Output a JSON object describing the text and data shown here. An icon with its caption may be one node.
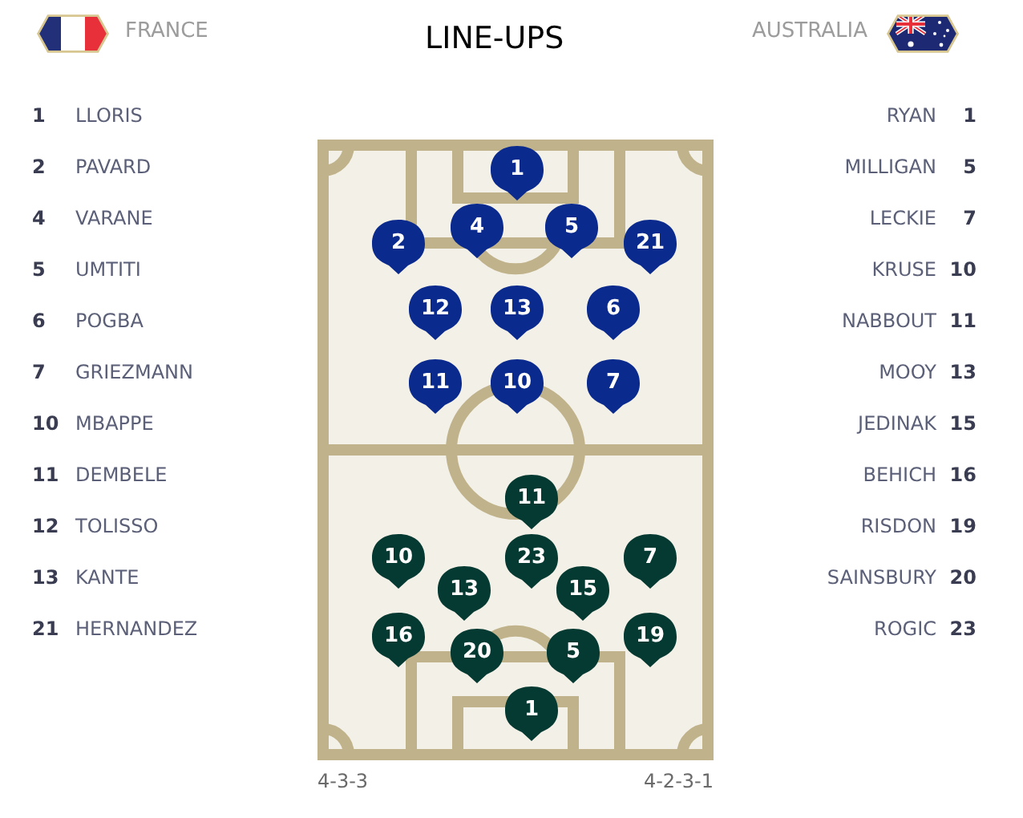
{
  "diagram": {
    "title": "LINE-UPS",
    "nodes": [
      {
        "text": [
          "1"
        ]
      },
      {
        "text": [
          "2"
        ]
      },
      {
        "text": [
          "4"
        ]
      },
      {
        "text": [
          "5"
        ]
      },
      {
        "text": [
          "21"
        ]
      },
      {
        "text": [
          "12"
        ]
      },
      {
        "text": [
          "13"
        ]
      },
      {
        "text": [
          "6"
        ]
      },
      {
        "text": [
          "11"
        ]
      },
      {
        "text": [
          "10"
        ]
      },
      {
        "text": [
          "7"
        ]
      },
      {
        "text": [
          "11"
        ]
      },
      {
        "text": [
          "10"
        ]
      },
      {
        "text": [
          "23"
        ]
      },
      {
        "text": [
          "7"
        ]
      },
      {
        "text": [
          "13"
        ]
      },
      {
        "text": [
          "15"
        ]
      },
      {
        "text": [
          "16"
        ]
      },
      {
        "text": [
          "20"
        ]
      },
      {
        "text": [
          "5"
        ]
      },
      {
        "text": [
          "19"
        ]
      },
      {
        "text": [
          "1"
        ]
      }
    ],
    "labels": [
      "FRANCE",
      "AUSTRALIA",
      "1",
      "LLORIS",
      "RYAN",
      "1",
      "2",
      "PAVARD",
      "MILLIGAN",
      "5",
      "4",
      "VARANE",
      "LECKIE",
      "7",
      "5",
      "UMTITI",
      "KRUSE",
      "10",
      "6",
      "POGBA",
      "NABBOUT",
      "11",
      "7",
      "GRIEZMANN",
      "MOOY",
      "13",
      "10",
      "MBAPPE",
      "JEDINAK",
      "15",
      "11",
      "DEMBELE",
      "BEHICH",
      "16",
      "12",
      "TOLISSO",
      "RISDON",
      "19",
      "13",
      "KANTE",
      "SAINSBURY",
      "20",
      "21",
      "HERNANDEZ",
      "ROGIC",
      "23",
      "4-3-3",
      "4-2-3-1"
    ]
  }
}
